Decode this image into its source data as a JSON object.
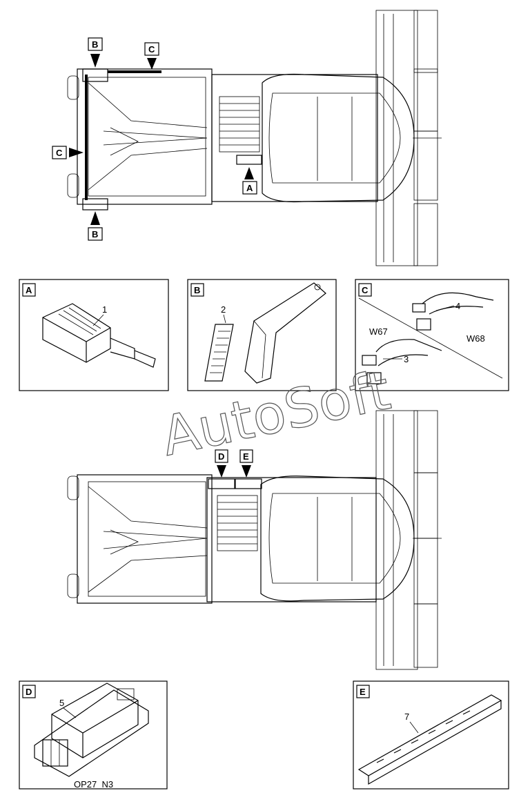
{
  "watermark": "AutoSoft",
  "top_view": {
    "markers": {
      "A": "A",
      "B1": "B",
      "B2": "B",
      "C1": "C",
      "C2": "C"
    }
  },
  "panels": {
    "A": {
      "letter": "A",
      "items": [
        "1"
      ]
    },
    "B": {
      "letter": "B",
      "items": [
        "2"
      ]
    },
    "C": {
      "letter": "C",
      "items": [
        "4",
        "3"
      ],
      "texts": [
        "W67",
        "W68"
      ]
    },
    "D": {
      "letter": "D",
      "items": [
        "5"
      ],
      "caption": "OP27_N3"
    },
    "E": {
      "letter": "E",
      "items": [
        "7"
      ]
    }
  },
  "bottom_view": {
    "markers": {
      "D": "D",
      "E": "E"
    }
  }
}
